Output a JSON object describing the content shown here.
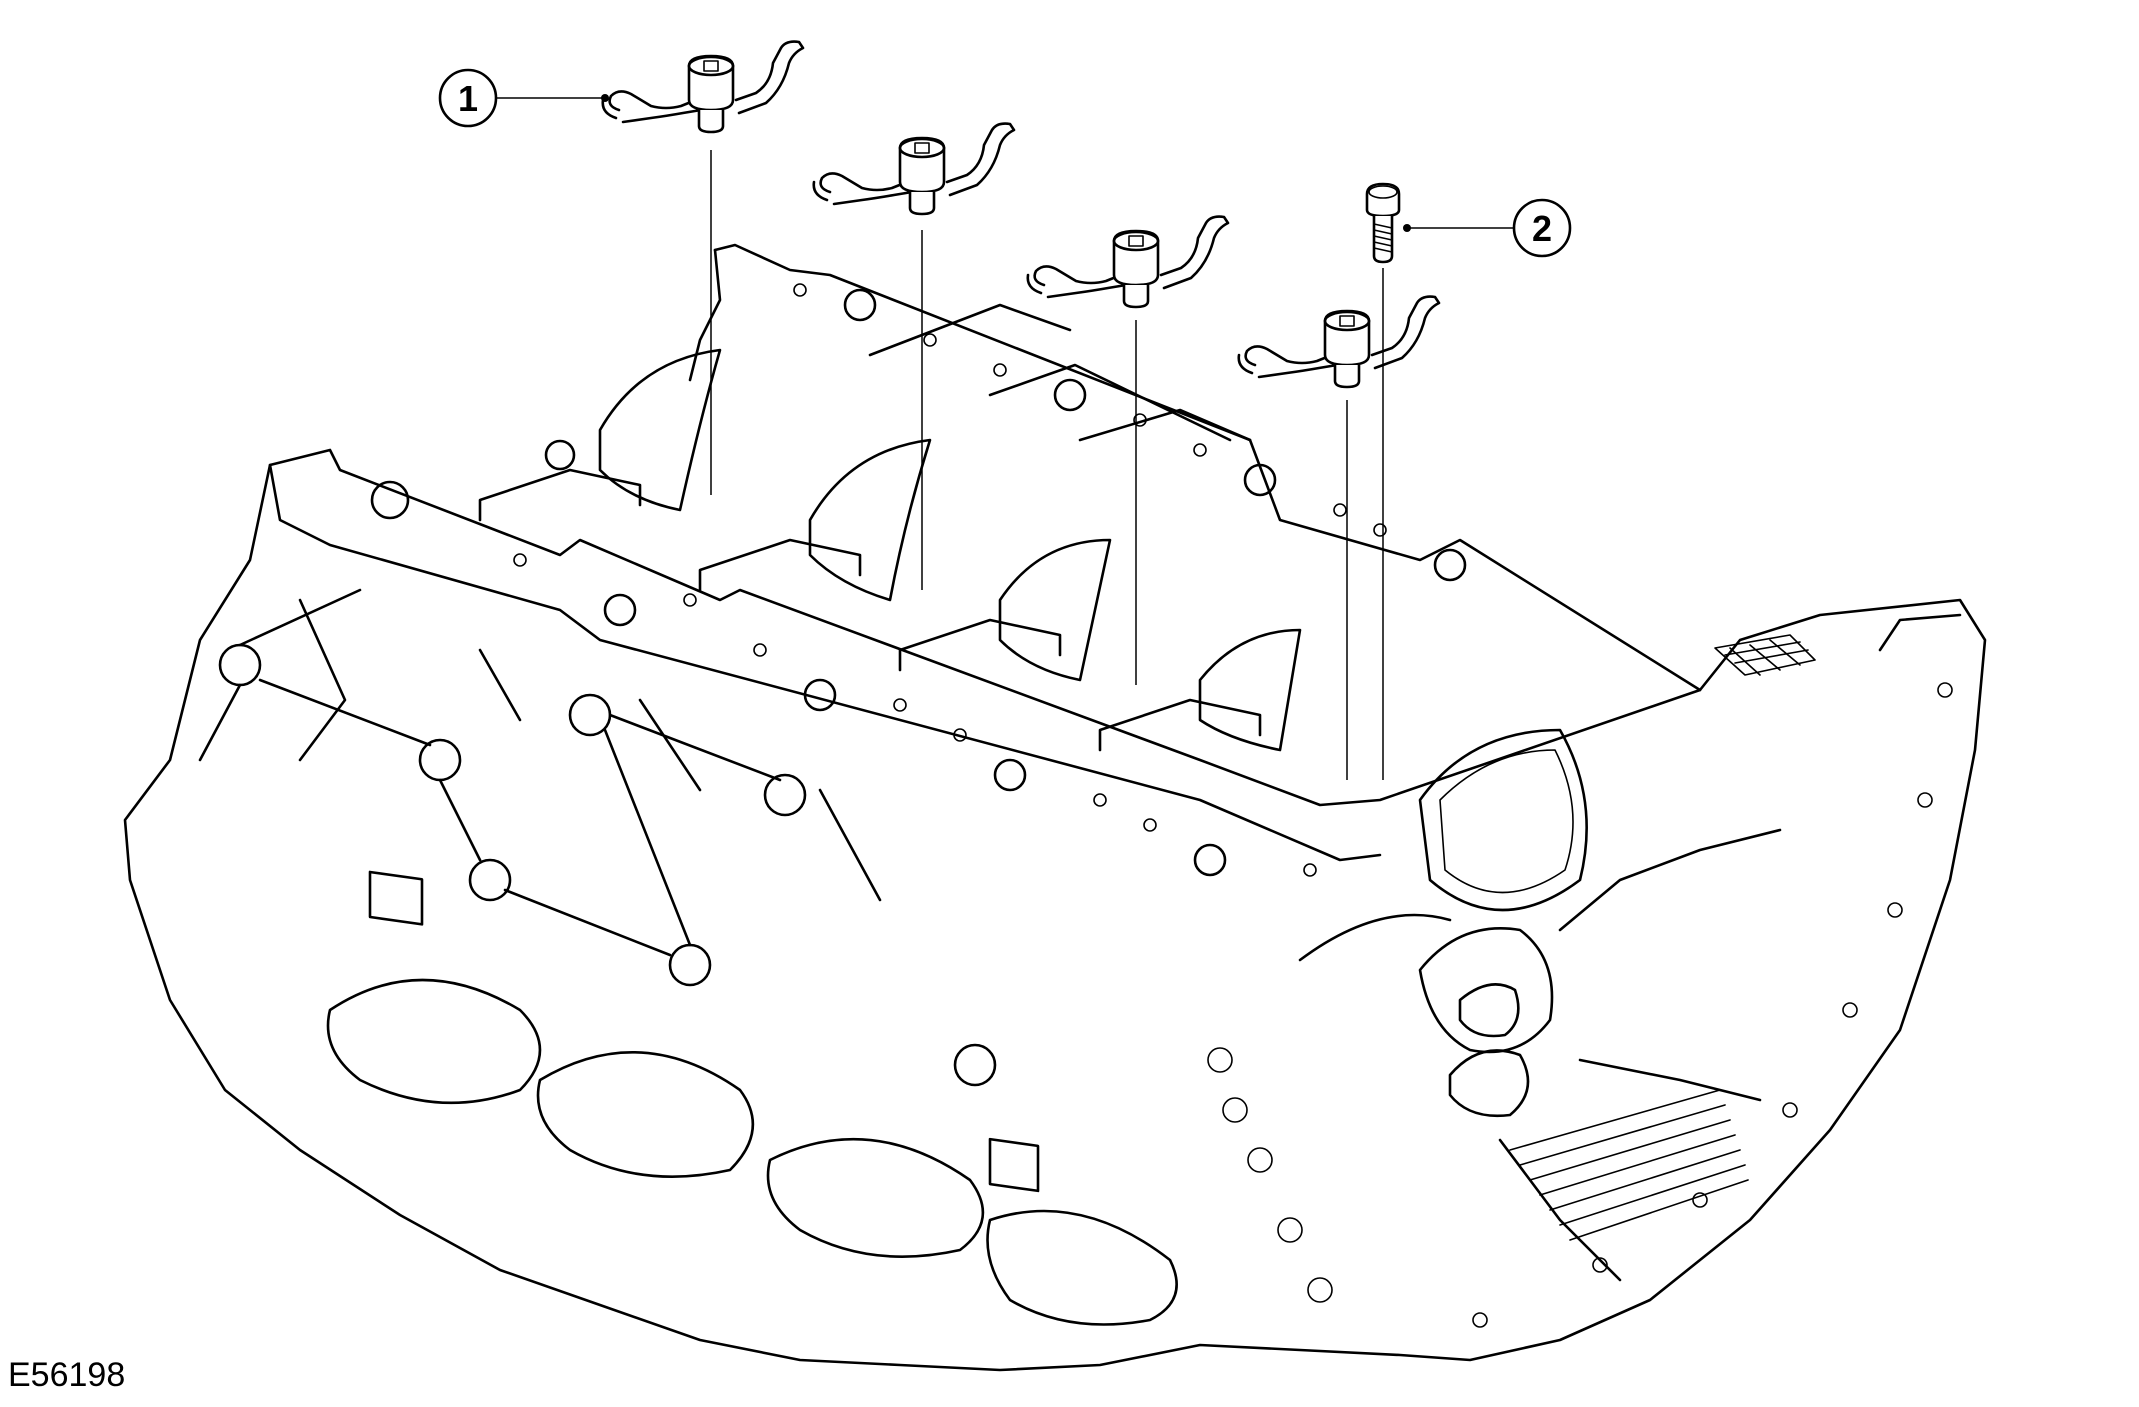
{
  "figure": {
    "id": "E56198"
  },
  "callouts": [
    {
      "number": "1",
      "icon": "piston-cooling-jet-icon"
    },
    {
      "number": "2",
      "icon": "retaining-bolt-icon"
    }
  ],
  "parts": {
    "jet_count": 4,
    "bolt_count": 1
  }
}
